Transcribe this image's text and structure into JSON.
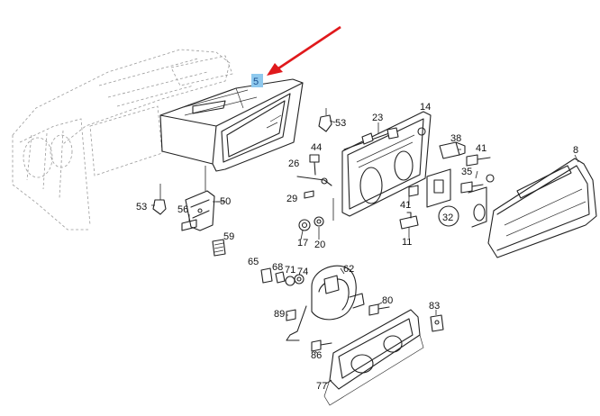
{
  "highlight": {
    "label": "5",
    "color": "#8ec9ee"
  },
  "arrow_color": "#e0191c",
  "labels": {
    "l5": "5",
    "l8": "8",
    "l11": "11",
    "l14": "14",
    "l17": "17",
    "l20": "20",
    "l23": "23",
    "l26": "26",
    "l29": "29",
    "l32": "32",
    "l35": "35",
    "l38": "38",
    "l41a": "41",
    "l41b": "41",
    "l44": "44",
    "l50": "50",
    "l53a": "53",
    "l53b": "53",
    "l56": "56",
    "l59": "59",
    "l62": "62",
    "l65": "65",
    "l68": "68",
    "l71": "71",
    "l74": "74",
    "l77": "77",
    "l80": "80",
    "l83": "83",
    "l86": "86",
    "l89": "89"
  }
}
